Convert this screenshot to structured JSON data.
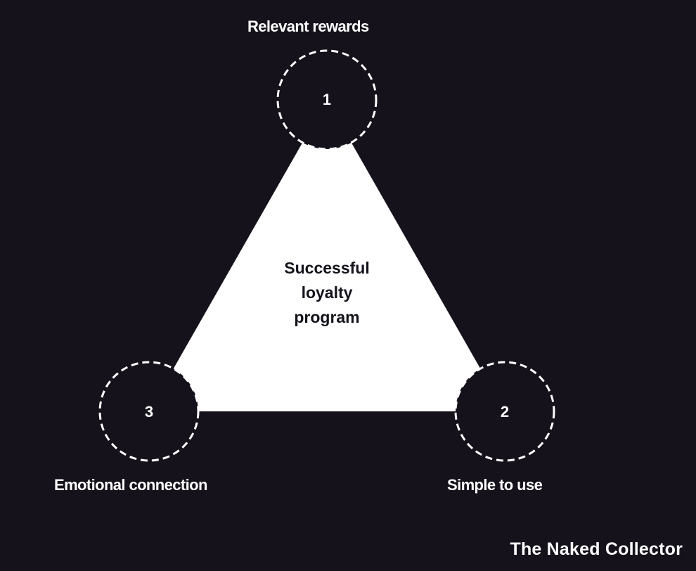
{
  "diagram": {
    "center": {
      "lines": [
        "Successful",
        "loyalty",
        "program"
      ]
    },
    "nodes": [
      {
        "number": "1",
        "label": "Relevant rewards"
      },
      {
        "number": "2",
        "label": "Simple to use"
      },
      {
        "number": "3",
        "label": "Emotional connection"
      }
    ]
  },
  "brand": "The Naked Collector",
  "colors": {
    "background": "#15121b",
    "triangle": "#ffffff",
    "node_stroke": "#ffffff"
  }
}
